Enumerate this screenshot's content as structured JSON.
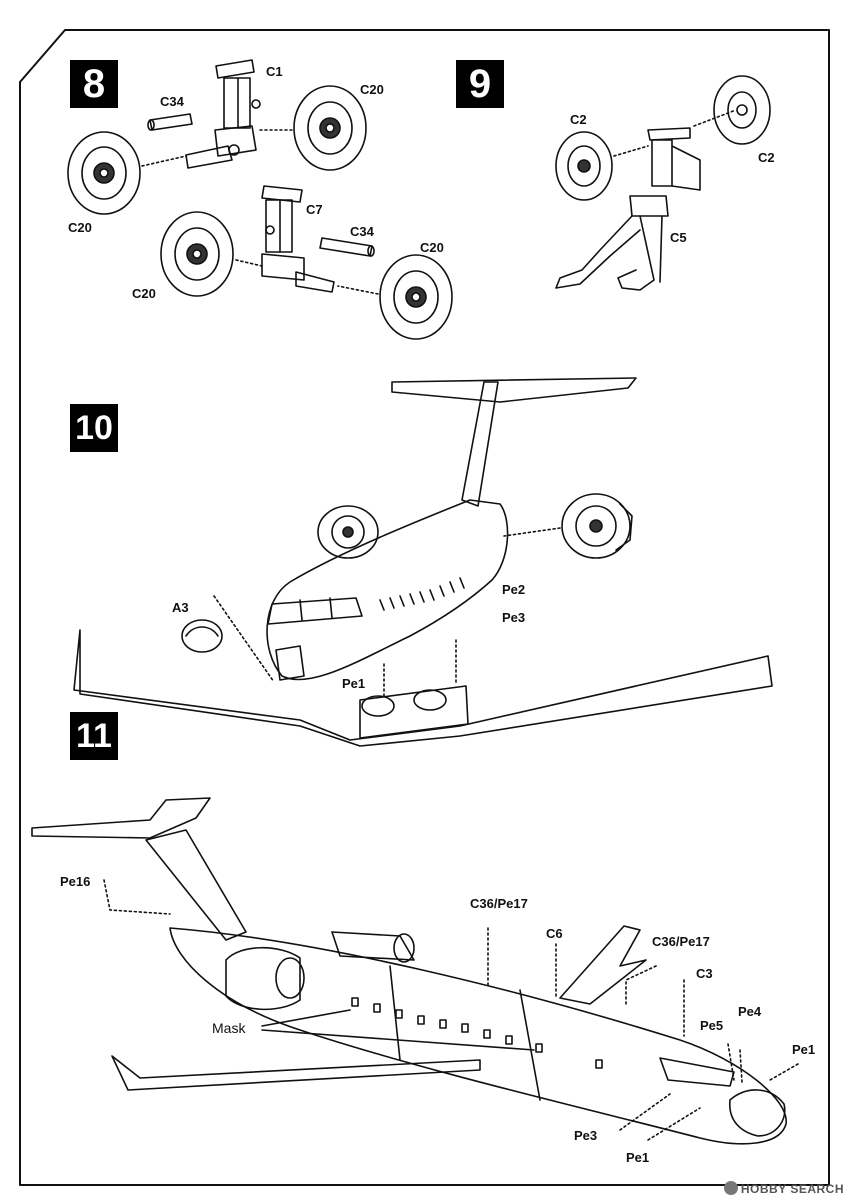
{
  "steps": [
    {
      "number": "8"
    },
    {
      "number": "9"
    },
    {
      "number": "10"
    },
    {
      "number": "11"
    }
  ],
  "step8": {
    "labels": [
      "C1",
      "C34",
      "C20",
      "C20",
      "C7",
      "C34",
      "C20",
      "C20"
    ]
  },
  "step9": {
    "labels": [
      "C2",
      "C2",
      "C5"
    ]
  },
  "step10": {
    "labels": [
      "A3",
      "Pe2",
      "Pe3",
      "Pe1"
    ]
  },
  "step11": {
    "labels": [
      "Pe16",
      "C36/Pe17",
      "C6",
      "C36/Pe17",
      "C3",
      "Pe4",
      "Pe5",
      "Pe1",
      "Pe3",
      "Pe1"
    ],
    "mask_label": "Mask"
  },
  "watermark": "HOBBY SEARCH"
}
